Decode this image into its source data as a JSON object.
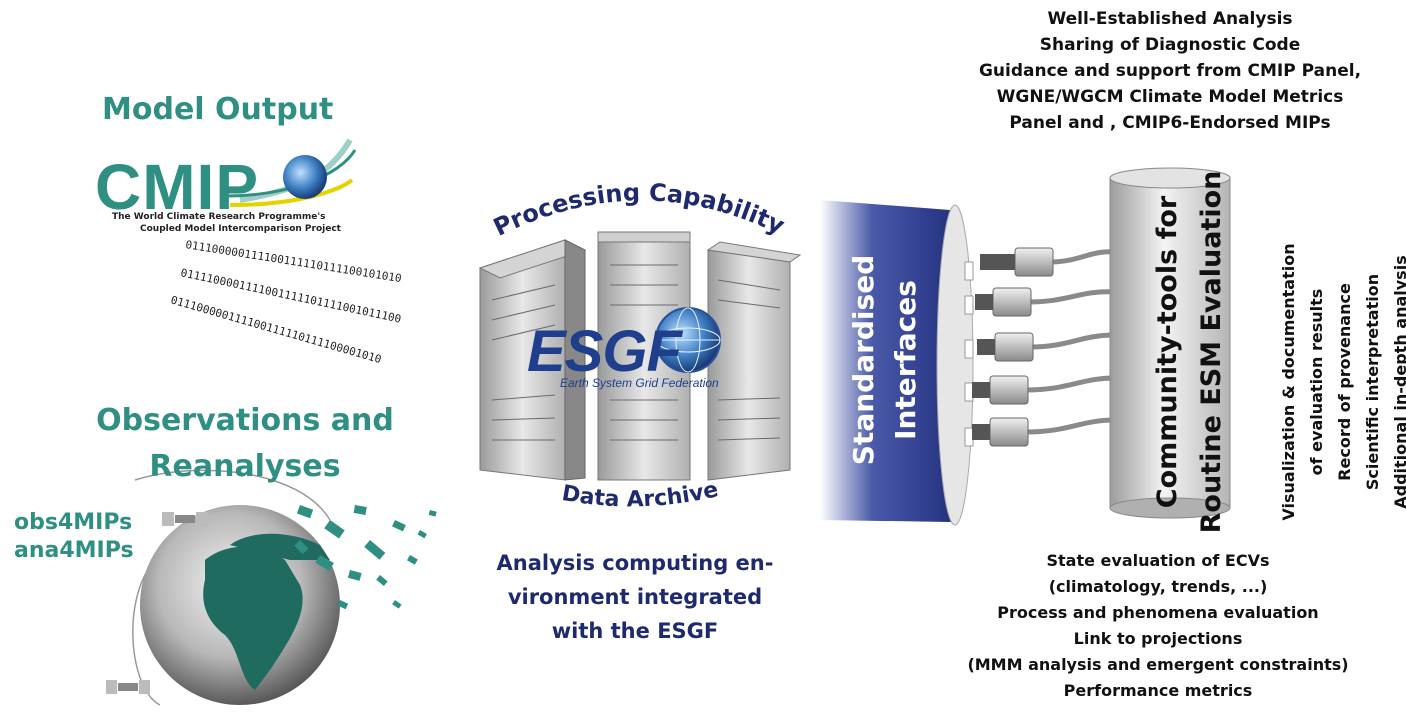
{
  "left": {
    "model_output_title": "Model Output",
    "cmip_logo_text": "CMIP",
    "cmip_subtitle_1": "The World Climate Research Programme's",
    "cmip_subtitle_2": "Coupled Model Intercomparison Project",
    "binary_lines": [
      "011100000111100111110111100101010",
      "0111100001111001111101111001011100",
      "011100000111100111110111100001010"
    ],
    "observations_title_1": "Observations and",
    "observations_title_2": "Reanalyses",
    "obs4mips": "obs4MIPs",
    "ana4mips": "ana4MIPs"
  },
  "center": {
    "processing_capability": "Processing Capability",
    "esgf_logo": "ESGF",
    "esgf_subtitle": "Earth System Grid Federation",
    "data_archive": "Data Archive",
    "analysis_env_lines": [
      "Analysis computing en-",
      "vironment integrated",
      "with the ESGF"
    ]
  },
  "interfaces": {
    "line1": "Standardised",
    "line2": "Interfaces"
  },
  "community_tools": {
    "line1": "Community-tools for",
    "line2": "Routine ESM Evaluation"
  },
  "top_list": [
    "Well-Established Analysis",
    "Sharing of Diagnostic Code",
    "Guidance and support from CMIP Panel,",
    "WGNE/WGCM Climate Model Metrics",
    "Panel and , CMIP6-Endorsed MIPs"
  ],
  "right_list": [
    "Visualization & documentation",
    "of evaluation results",
    "Record of provenance",
    "Scientific interpretation",
    "Additional in-depth analysis"
  ],
  "bottom_list": [
    "State evaluation of ECVs",
    "(climatology, trends, ...)",
    "Process and phenomena evaluation",
    "Link to projections",
    "(MMM analysis and emergent constraints)",
    "Performance metrics"
  ],
  "colors": {
    "teal": "#2f8f83",
    "navy": "#1f2a6e",
    "interface_blue": "#1c2a78"
  }
}
